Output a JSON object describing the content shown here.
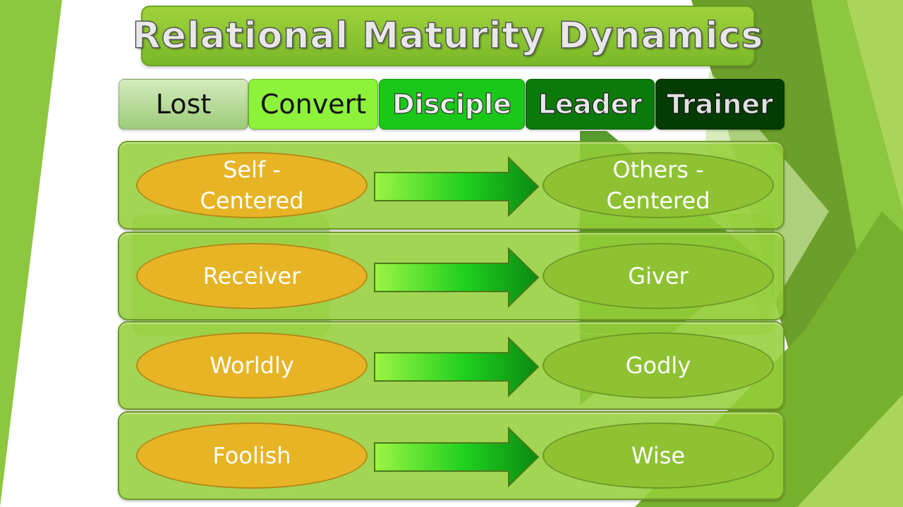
{
  "title": "Relational Maturity Dynamics",
  "stages": [
    "Lost",
    "Convert",
    "Disciple",
    "Leader",
    "Trainer"
  ],
  "rows": [
    {
      "from": "Self - Centered",
      "to": "Others - Centered"
    },
    {
      "from": "Receiver",
      "to": "Giver"
    },
    {
      "from": "Worldly",
      "to": "Godly"
    },
    {
      "from": "Foolish",
      "to": "Wise"
    }
  ],
  "colors": {
    "accent_green": "#8ec232",
    "ellipse_gold": "#e6b425",
    "arrow_start": "#9cf542",
    "arrow_end": "#0a8a10"
  }
}
